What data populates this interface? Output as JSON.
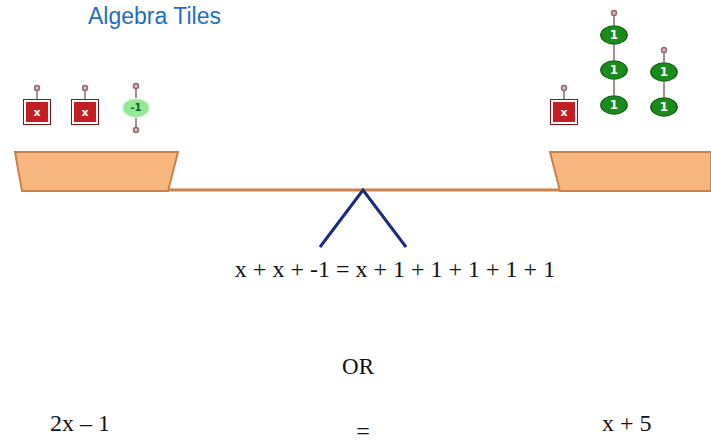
{
  "diagram": {
    "title": "Algebra Tiles",
    "nodes": [
      {
        "text": [
          "x"
        ]
      },
      {
        "text": [
          "x"
        ]
      },
      {
        "text": [
          "-1"
        ]
      },
      {
        "text": [
          "x"
        ]
      },
      {
        "text": [
          "1"
        ]
      },
      {
        "text": [
          "1"
        ]
      },
      {
        "text": [
          "1"
        ]
      },
      {
        "text": [
          "1"
        ]
      },
      {
        "text": [
          "1"
        ]
      }
    ],
    "labels": [
      "x + x + -1 = x + 1 + 1 + 1 + 1 + 1",
      "OR",
      "2x – 1",
      "=",
      "x + 5"
    ]
  }
}
